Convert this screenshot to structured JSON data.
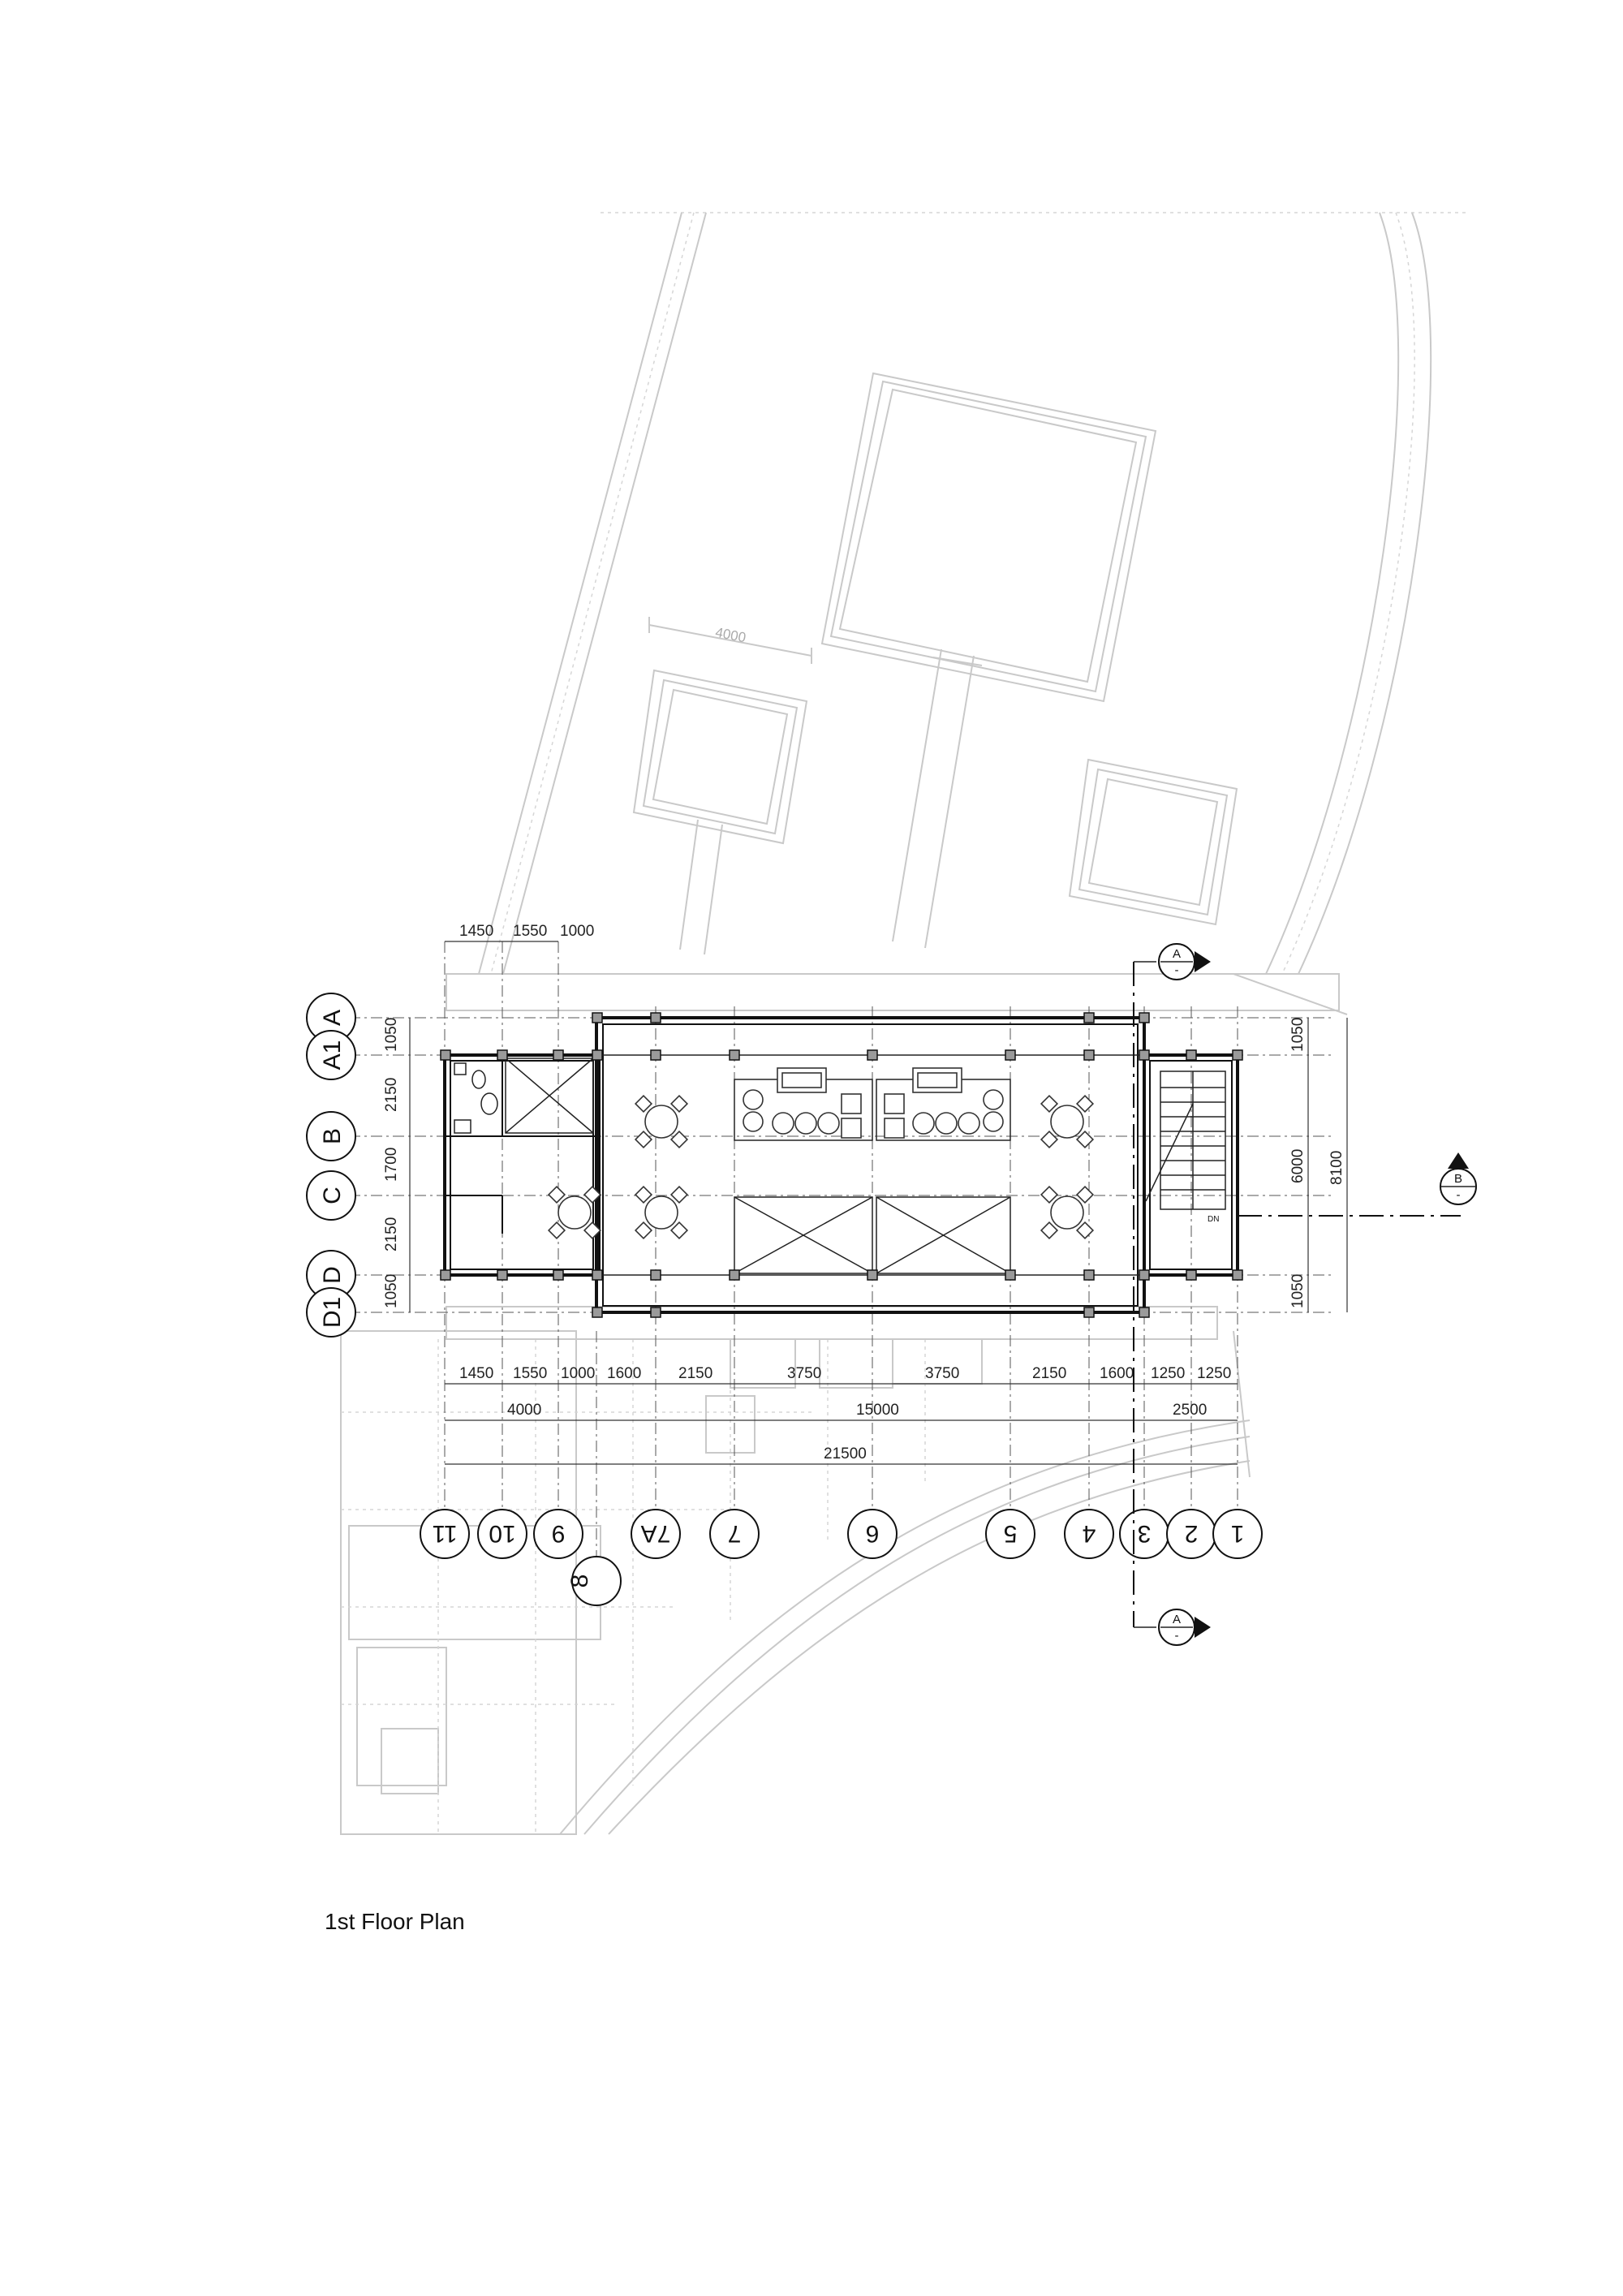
{
  "title": "1st Floor Plan",
  "site_note": "4000",
  "dimensions": {
    "top": [
      "1450",
      "1550",
      "1000"
    ],
    "bottom_row1": [
      "1450",
      "1550",
      "1000",
      "1600",
      "2150",
      "3750",
      "3750",
      "2150",
      "1600",
      "1250",
      "1250"
    ],
    "bottom_row2": [
      "4000",
      "15000",
      "2500"
    ],
    "bottom_total": "21500",
    "left": [
      "1050",
      "2150",
      "1700",
      "2150",
      "1050"
    ],
    "right_small": [
      "1050",
      "1050"
    ],
    "right_mid": "6000",
    "right_total": "8100"
  },
  "grid_rows": [
    "A",
    "A1",
    "B",
    "C",
    "D",
    "D1"
  ],
  "grid_columns": [
    "11",
    "10",
    "9",
    "8",
    "7A",
    "7",
    "6",
    "5",
    "4",
    "3",
    "2",
    "1"
  ],
  "section_marks": {
    "a_label": "A",
    "b_label": "B",
    "sub": "-"
  },
  "stair_label": "DN"
}
